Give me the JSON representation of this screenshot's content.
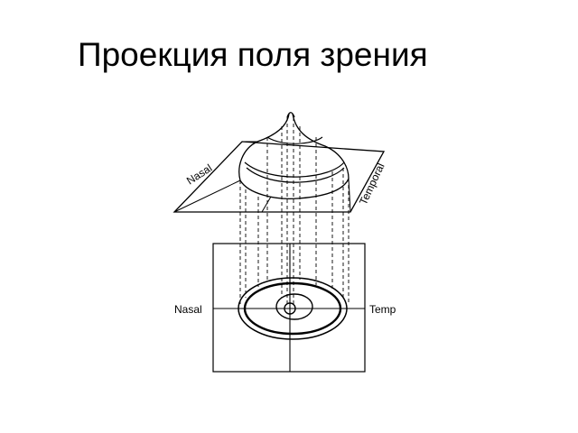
{
  "slide": {
    "title": "Проекция поля зрения"
  },
  "diagram": {
    "surface_labels": {
      "nasal": "Nasal",
      "temporal": "Temporal"
    },
    "map_labels": {
      "nasal": "Nasal",
      "temporal": "Temp"
    },
    "colors": {
      "ink": "#000000",
      "background": "#ffffff"
    }
  }
}
